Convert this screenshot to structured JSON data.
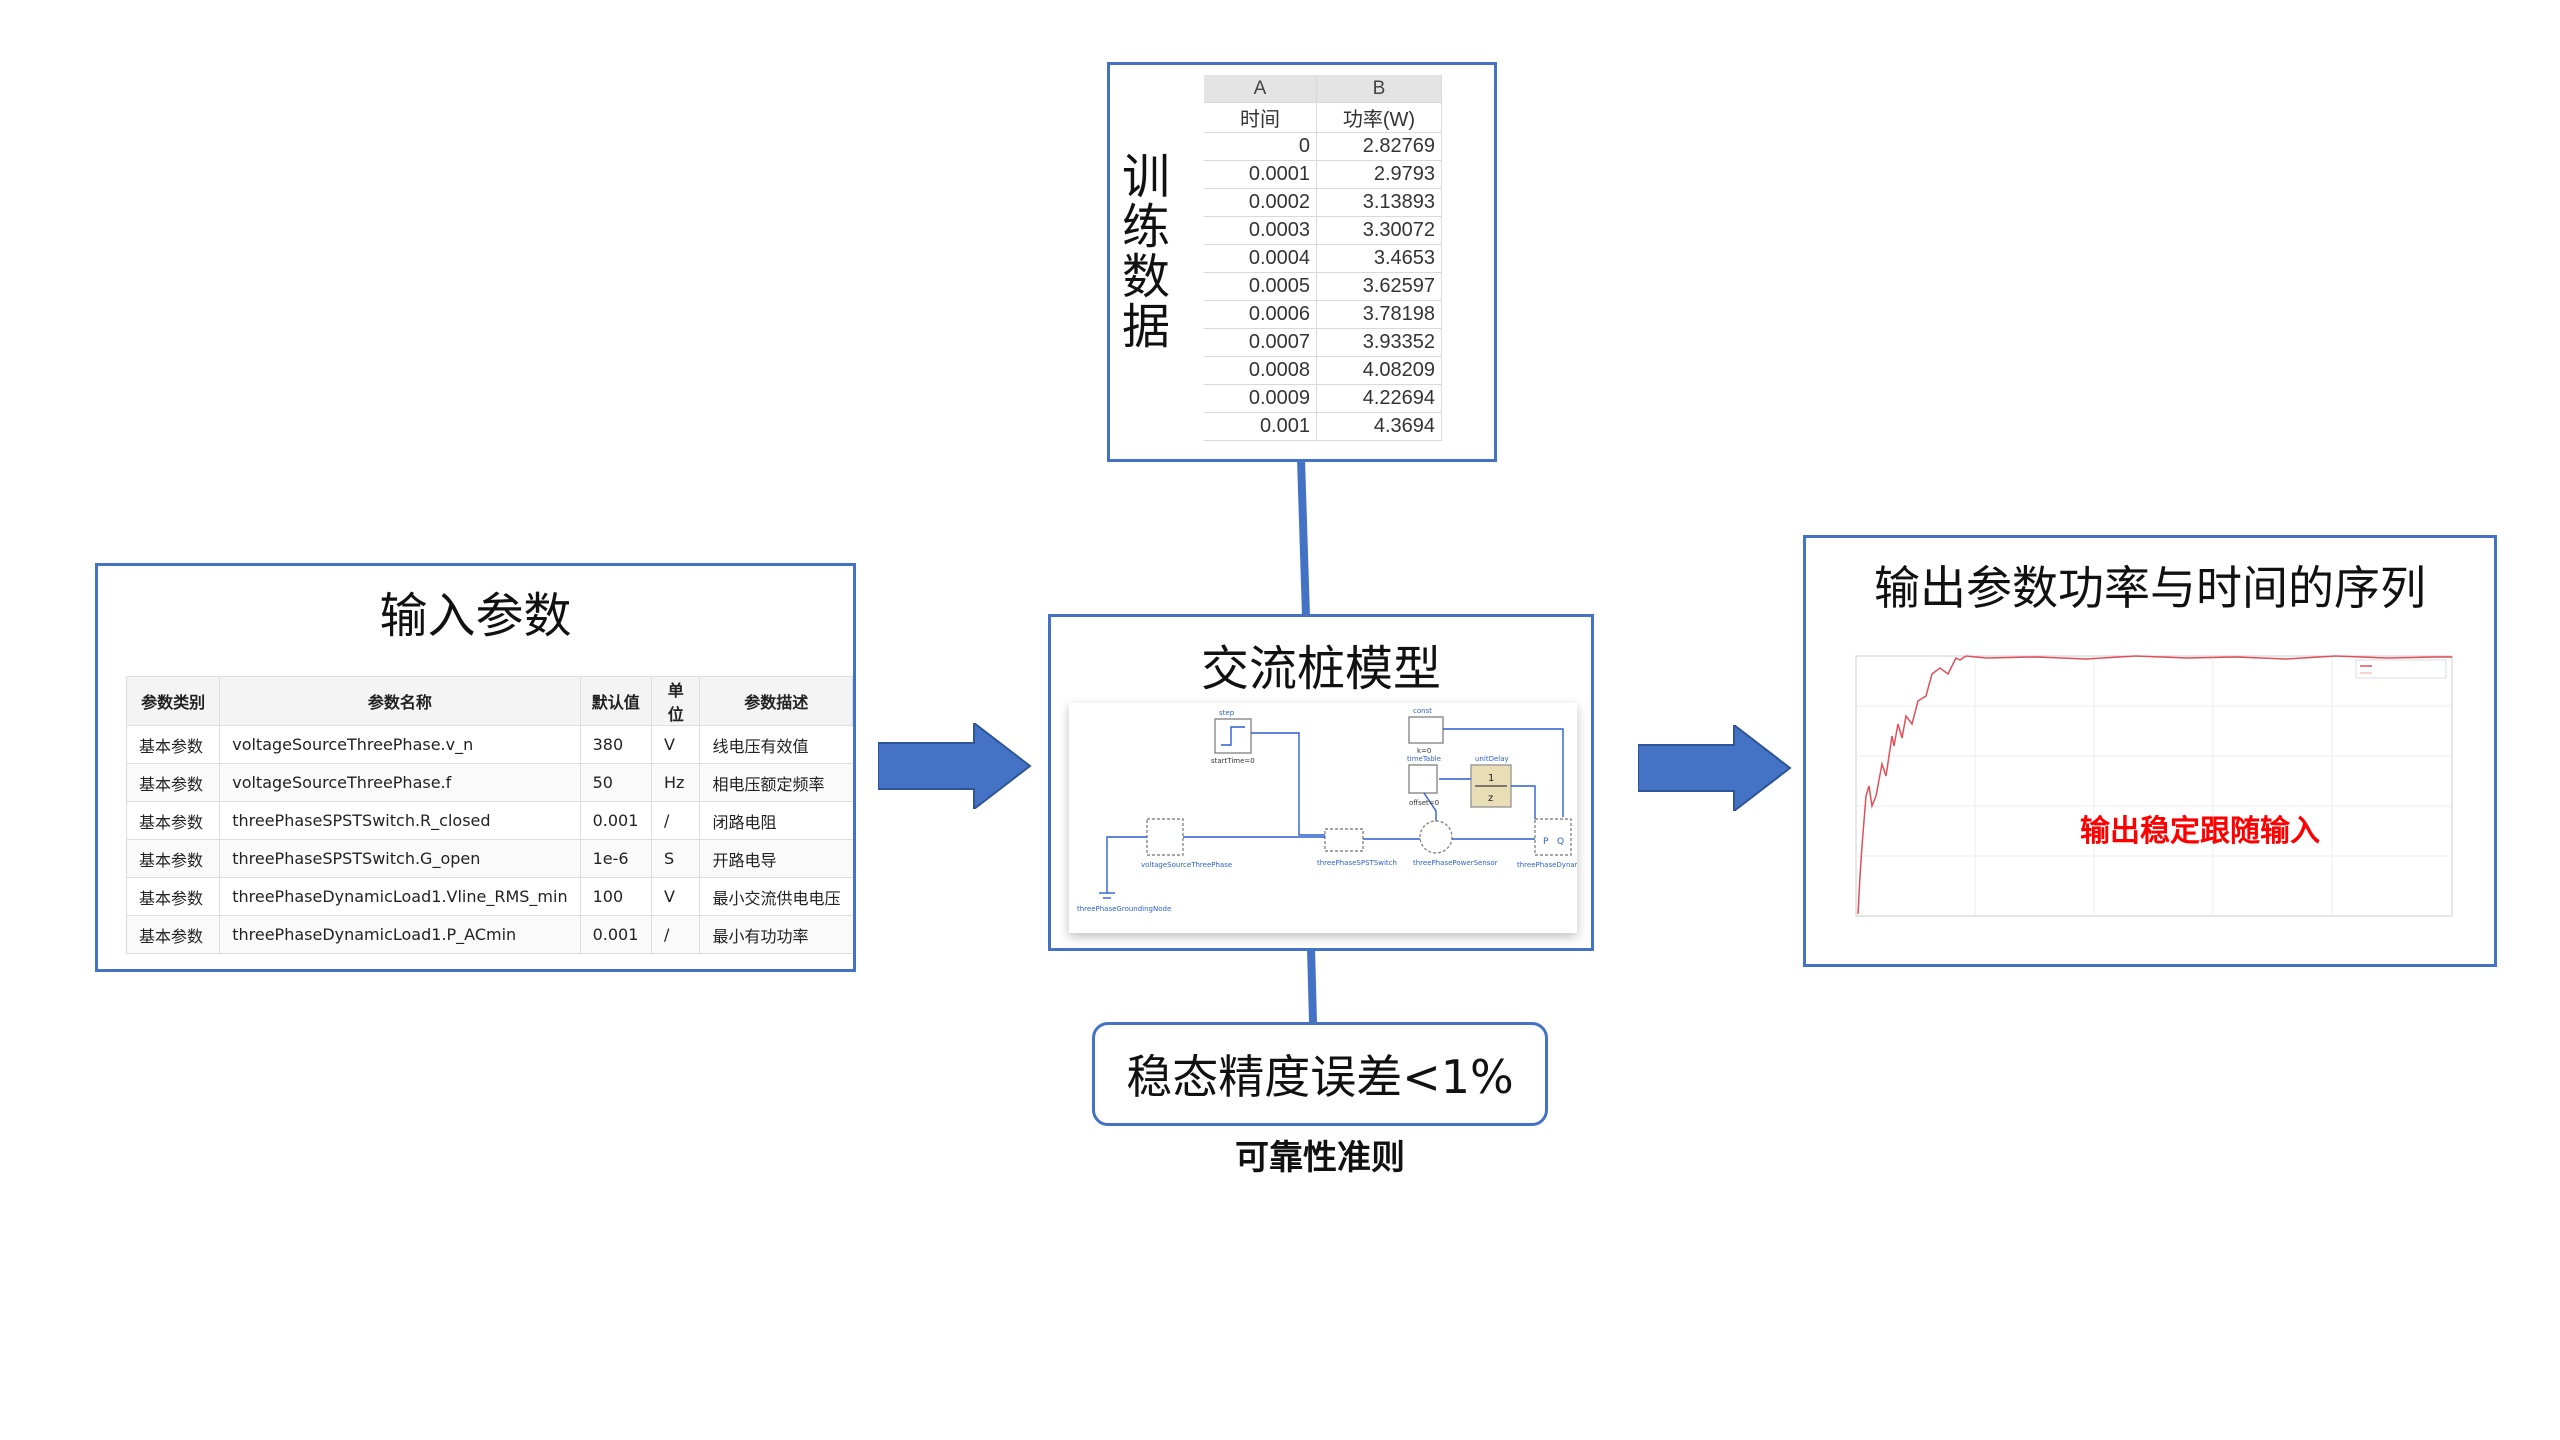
{
  "training": {
    "title": "训练数据",
    "sheet": {
      "columns": [
        "A",
        "B"
      ],
      "header": [
        "时间",
        "功率(W)"
      ],
      "rows": [
        [
          "0",
          "2.82769"
        ],
        [
          "0.0001",
          "2.9793"
        ],
        [
          "0.0002",
          "3.13893"
        ],
        [
          "0.0003",
          "3.30072"
        ],
        [
          "0.0004",
          "3.4653"
        ],
        [
          "0.0005",
          "3.62597"
        ],
        [
          "0.0006",
          "3.78198"
        ],
        [
          "0.0007",
          "3.93352"
        ],
        [
          "0.0008",
          "4.08209"
        ],
        [
          "0.0009",
          "4.22694"
        ],
        [
          "0.001",
          "4.3694"
        ]
      ]
    }
  },
  "input": {
    "title": "输入参数",
    "headers": [
      "参数类别",
      "参数名称",
      "默认值",
      "单位",
      "参数描述"
    ],
    "rows": [
      [
        "基本参数",
        "voltageSourceThreePhase.v_n",
        "380",
        "V",
        "线电压有效值"
      ],
      [
        "基本参数",
        "voltageSourceThreePhase.f",
        "50",
        "Hz",
        "相电压额定频率"
      ],
      [
        "基本参数",
        "threePhaseSPSTSwitch.R_closed",
        "0.001",
        "/",
        "闭路电阻"
      ],
      [
        "基本参数",
        "threePhaseSPSTSwitch.G_open",
        "1e-6",
        "S",
        "开路电导"
      ],
      [
        "基本参数",
        "threePhaseDynamicLoad1.Vline_RMS_min",
        "100",
        "V",
        "最小交流供电电压"
      ],
      [
        "基本参数",
        "threePhaseDynamicLoad1.P_ACmin",
        "0.001",
        "/",
        "最小有功功率"
      ]
    ]
  },
  "model": {
    "title": "交流桩模型",
    "blocks": {
      "step": "step",
      "step_param": "startTime=0",
      "const": "const",
      "const_param": "k=0",
      "timetable": "timeTable",
      "timetable_param": "offset=0",
      "unitdelay": "unitDelay",
      "unitdelay_num": "1",
      "unitdelay_den": "z",
      "source": "voltageSourceThreePhase",
      "switch": "threePhaseSPSTSwitch",
      "sensor": "threePhasePowerSensor",
      "load": "threePhaseDynamicLoad",
      "ground": "threePhaseGroundingNode",
      "load_p": "P",
      "load_q": "Q"
    }
  },
  "criterion": {
    "text": "稳态精度误差<1%",
    "caption": "可靠性准则"
  },
  "output": {
    "title": "输出参数功率与时间的序列",
    "annotation": "输出稳定跟随输入"
  },
  "colors": {
    "accent": "#4472C4",
    "curve": "#e0505a",
    "annotation": "#ff0000"
  }
}
